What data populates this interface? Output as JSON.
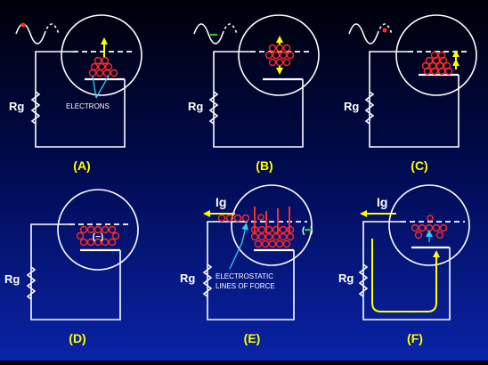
{
  "panels": [
    {
      "caption": "(A)",
      "resistor_label": "Rg"
    },
    {
      "caption": "(B)",
      "resistor_label": "Rg"
    },
    {
      "caption": "(C)",
      "resistor_label": "Rg"
    },
    {
      "caption": "(D)",
      "resistor_label": "Rg",
      "grid_charge": "(−)"
    },
    {
      "caption": "(E)",
      "resistor_label": "Rg",
      "current_label": "Ig",
      "grid_charge": "(−)"
    },
    {
      "caption": "(F)",
      "resistor_label": "Rg",
      "current_label": "Ig"
    }
  ],
  "annotations": {
    "electrons": "ELECTRONS",
    "lines_of_force_1": "ELECTROSTATIC",
    "lines_of_force_2": "LINES OF FORCE"
  },
  "colors": {
    "wire": "#ffffff",
    "caption": "#ffff00",
    "electron": "#ff2a2a",
    "arrow": "#ffff00",
    "pointer": "#33ccee",
    "wave_marker_a": "#ff2a2a",
    "wave_marker_b": "#22cc22"
  }
}
